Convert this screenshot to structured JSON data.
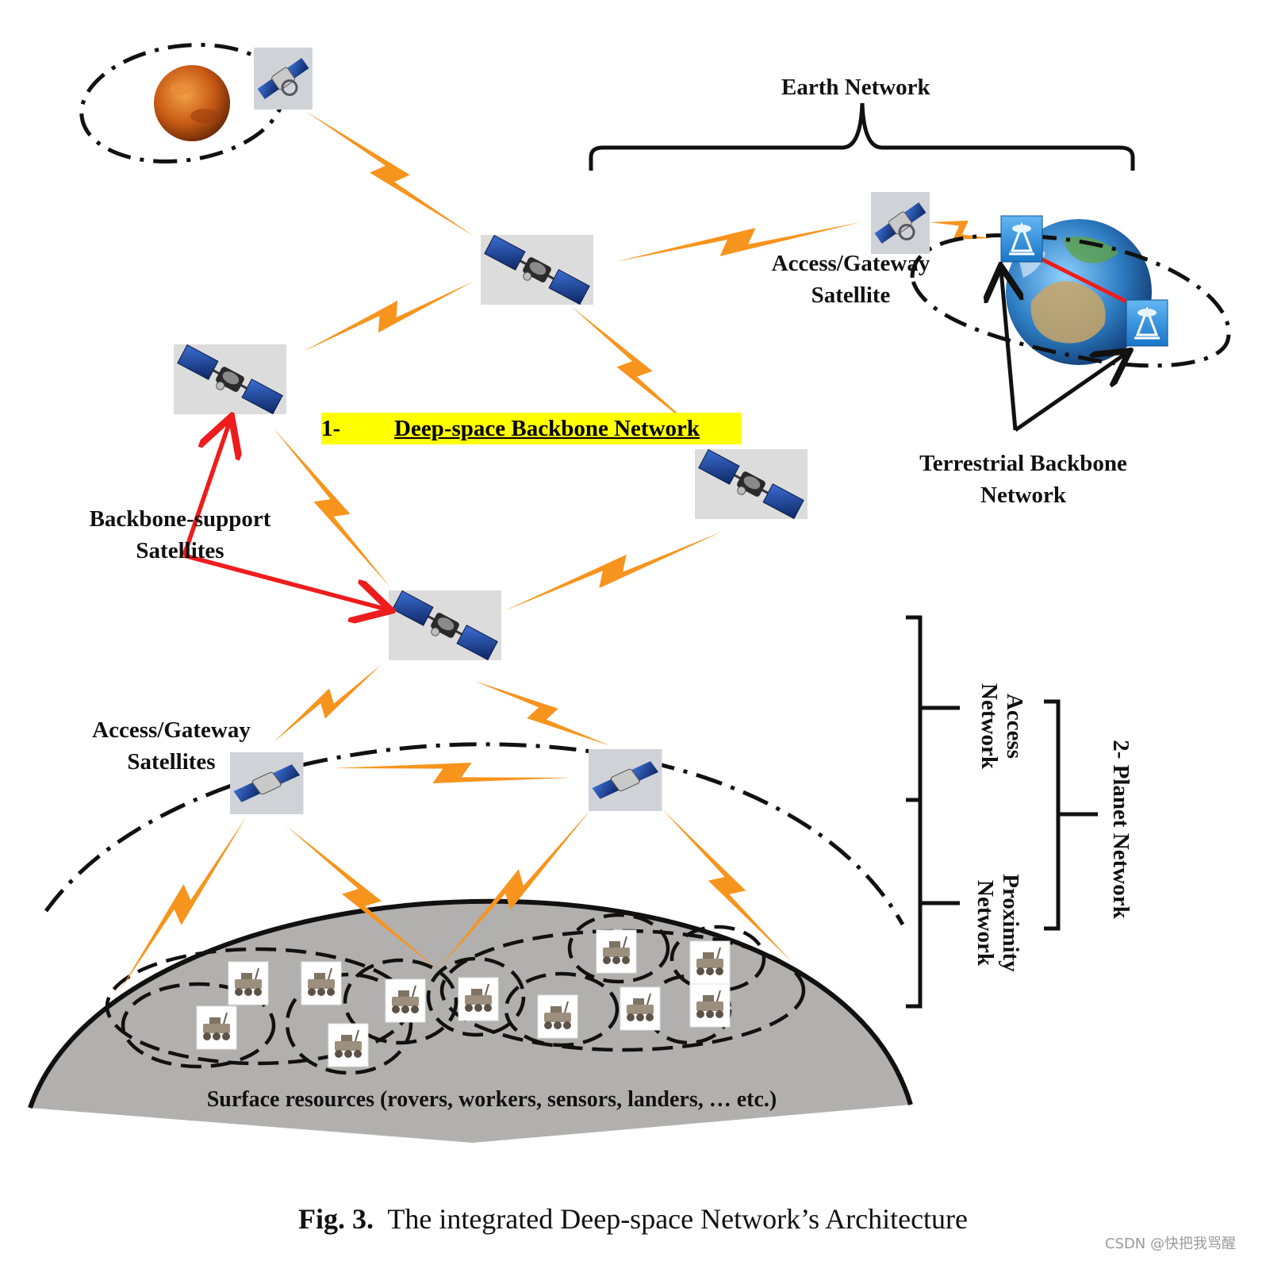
{
  "labels": {
    "earth_network": "Earth Network",
    "access_gateway_satellite": [
      "Access/Gateway",
      "Satellite"
    ],
    "terrestrial_backbone": [
      "Terrestrial Backbone",
      "Network"
    ],
    "backbone_support": [
      "Backbone-support",
      "Satellites"
    ],
    "access_gateway_satellites": [
      "Access/Gateway",
      "Satellites"
    ],
    "deep_space_number": "1-",
    "deep_space_title": "Deep-space Backbone Network",
    "access_network": [
      "Access",
      "Network"
    ],
    "proximity_network": [
      "Proximity",
      "Network"
    ],
    "planet_network": "2- Planet Network",
    "surface_resources": "Surface resources (rovers, workers, sensors, landers, … etc.)"
  },
  "caption": {
    "prefix": "Fig. 3.",
    "text": "The integrated Deep-space Network’s Architecture"
  },
  "watermark": "CSDN @快把我骂醒",
  "colors": {
    "link_orange": "#f7941d",
    "arrow_red": "#ee1c1c",
    "highlight_yellow": "#ffff00",
    "surface_gray": "#b2afaf",
    "sat_panel_blue": "#1c3f8c",
    "venus_orange": "#c85a14",
    "earth_blue": "#2f7fc4"
  },
  "icons": [
    "venus-planet-icon",
    "satellite-icon",
    "earth-globe-icon",
    "ground-antenna-icon",
    "rover-icon"
  ]
}
